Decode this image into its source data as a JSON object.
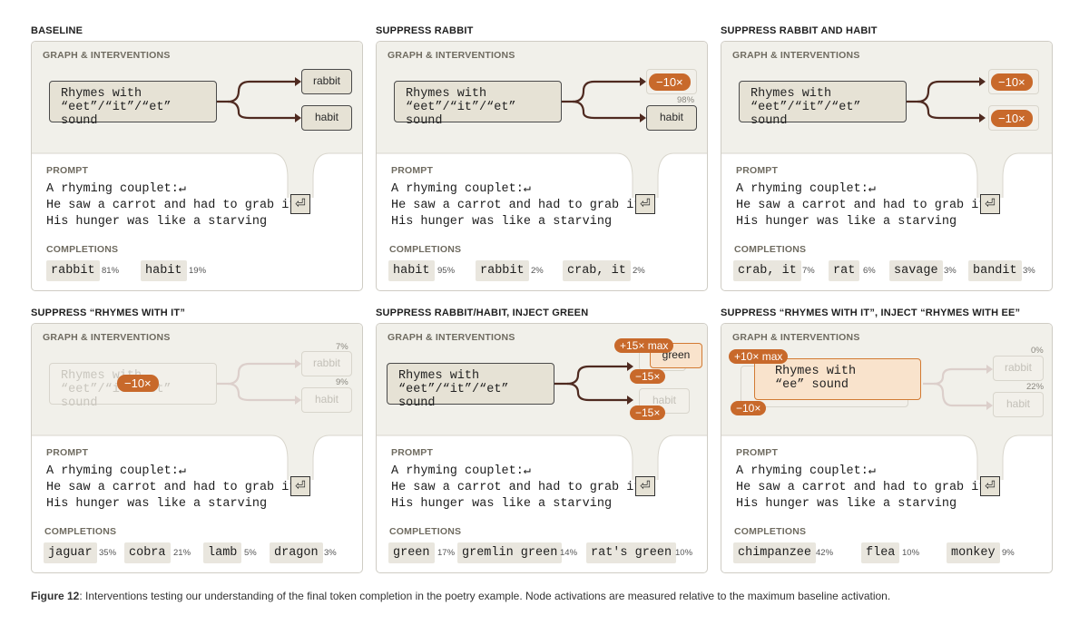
{
  "caption": {
    "figure_label": "Figure 12",
    "text": ": Interventions testing our understanding of the final token completion in the poetry example. Node activations are measured relative to the maximum baseline activation."
  },
  "labels": {
    "graph": "GRAPH & INTERVENTIONS",
    "prompt": "PROMPT",
    "completions": "COMPLETIONS",
    "return_glyph": "⏎"
  },
  "prompt": {
    "line1": "A rhyming couplet:↵",
    "line2": "He saw a carrot and had to grab it,",
    "line3": "His hunger was like a starving"
  },
  "feature": {
    "line1": "Rhymes with",
    "line2": "“eet”/“it”/“et” sound"
  },
  "panels": [
    {
      "title": "BASELINE",
      "outputs": [
        "rabbit",
        "habit"
      ],
      "completions": [
        {
          "word": "rabbit",
          "pct": "81%"
        },
        {
          "word": "habit",
          "pct": "19%"
        }
      ]
    },
    {
      "title": "SUPPRESS RABBIT",
      "badge": "−10×",
      "outputs": [
        "habit"
      ],
      "out_pct": "98%",
      "completions": [
        {
          "word": "habit",
          "pct": "95%"
        },
        {
          "word": "rabbit",
          "pct": "2%"
        },
        {
          "word": "crab, it",
          "pct": "2%"
        }
      ]
    },
    {
      "title": "SUPPRESS RABBIT AND HABIT",
      "badges": [
        "−10×",
        "−10×"
      ],
      "completions": [
        {
          "word": "crab, it",
          "pct": "7%"
        },
        {
          "word": "rat",
          "pct": "6%"
        },
        {
          "word": "savage",
          "pct": "3%"
        },
        {
          "word": "bandit",
          "pct": "3%"
        }
      ]
    },
    {
      "title": "SUPPRESS “RHYMES WITH IT”",
      "badge": "−10×",
      "outputs": [
        "rabbit",
        "habit"
      ],
      "out_pcts": [
        "7%",
        "9%"
      ],
      "completions": [
        {
          "word": "jaguar",
          "pct": "35%"
        },
        {
          "word": "cobra",
          "pct": "21%"
        },
        {
          "word": "lamb",
          "pct": "5%"
        },
        {
          "word": "dragon",
          "pct": "3%"
        }
      ]
    },
    {
      "title": "SUPPRESS RABBIT/HABIT, INJECT GREEN",
      "inject_badge": "+15× max",
      "outputs": [
        "green",
        "habit"
      ],
      "badges": [
        "−15×",
        "−15×"
      ],
      "completions": [
        {
          "word": "green",
          "pct": "17%"
        },
        {
          "word": "gremlin green",
          "pct": "14%"
        },
        {
          "word": "rat's green",
          "pct": "10%"
        }
      ]
    },
    {
      "title": "SUPPRESS “RHYMES WITH IT”, INJECT “RHYMES WITH EE”",
      "inject_badge": "+10× max",
      "sup_badge": "−10×",
      "inj_feature": {
        "line1": "Rhymes with",
        "line2": "“ee” sound"
      },
      "outputs": [
        "rabbit",
        "habit"
      ],
      "out_pcts": [
        "0%",
        "22%"
      ],
      "completions": [
        {
          "word": "chimpanzee",
          "pct": "42%"
        },
        {
          "word": "flea",
          "pct": "10%"
        },
        {
          "word": "monkey",
          "pct": "9%"
        }
      ]
    }
  ]
}
